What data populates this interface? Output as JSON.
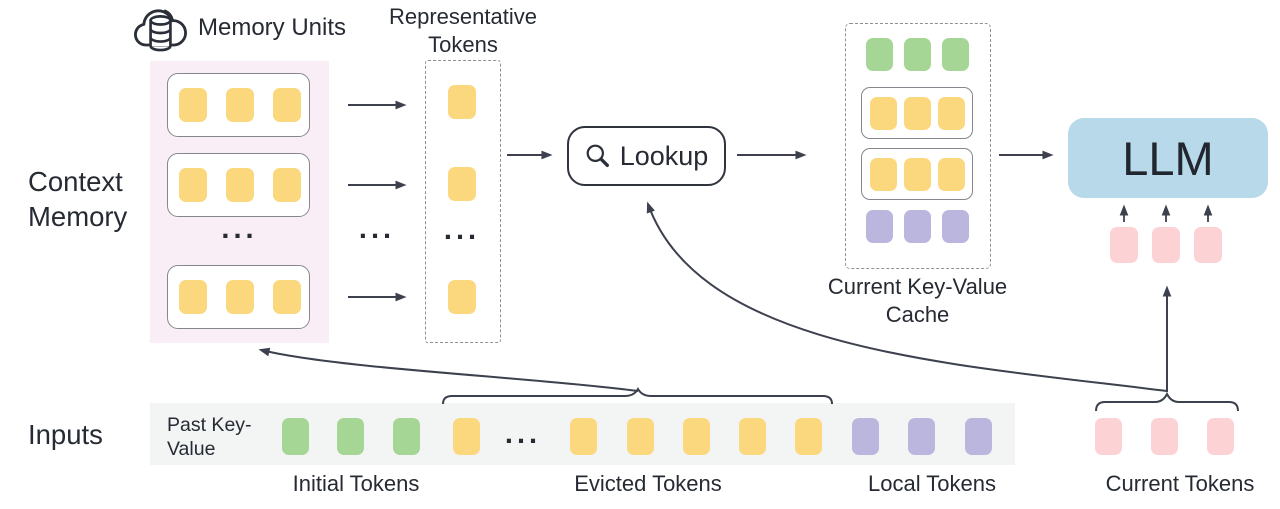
{
  "labels": {
    "context_memory": "Context Memory",
    "memory_units": "Memory Units",
    "representative_tokens": "Representative Tokens",
    "lookup": "Lookup",
    "current_kv_cache": "Current Key-Value Cache",
    "llm": "LLM",
    "inputs": "Inputs",
    "past_key_value": "Past Key-Value",
    "ellipsis": "..."
  },
  "token_groups": [
    {
      "label": "Initial Tokens",
      "count": 3,
      "color": "#a6d695"
    },
    {
      "label": "Evicted Tokens",
      "count": 6,
      "color": "#fbd87d"
    },
    {
      "label": "Local Tokens",
      "count": 3,
      "color": "#bab6de"
    },
    {
      "label": "Current Tokens",
      "count": 3,
      "color": "#fcd2d5"
    }
  ],
  "context_memory": {
    "unit_count": 3,
    "tokens_per_unit": 3
  },
  "representative": {
    "token_count": 3
  },
  "kv_cache_rows": [
    {
      "color": "#a6d695",
      "count": 3,
      "boxed": false
    },
    {
      "color": "#fbd87d",
      "count": 3,
      "boxed": true
    },
    {
      "color": "#fbd87d",
      "count": 3,
      "boxed": true
    },
    {
      "color": "#bab6de",
      "count": 3,
      "boxed": false
    }
  ],
  "icons": {
    "cloud_database": "cloud-database-icon",
    "search": "search-icon"
  },
  "colors": {
    "token_yellow": "#fbd87d",
    "token_green": "#a6d695",
    "token_purple": "#bab6de",
    "token_pink": "#fcd2d5",
    "llm_box": "#b8d9ea",
    "memory_panel": "#faeef6",
    "input_strip": "#f3f5f4",
    "line": "#3c414d"
  }
}
